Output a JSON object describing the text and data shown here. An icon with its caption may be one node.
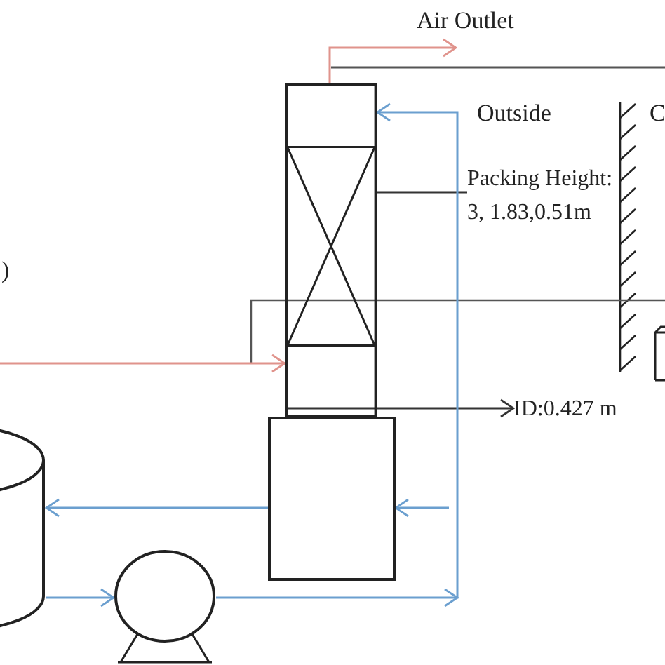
{
  "diagram": {
    "nodes": [
      {
        "text": [],
        "shape": "box"
      },
      {
        "text": [],
        "shape": "box",
        "in": 0
      },
      {
        "text": [
          "Packing Height: 3, 1.83,0.51m"
        ]
      },
      {
        "text": [],
        "shape": "box"
      },
      {
        "text": [
          "ID:0.427 m"
        ]
      },
      {
        "text": [],
        "shape": "box"
      },
      {
        "text": [],
        "shape": "cylinder"
      },
      {
        "text": [],
        "shape": "circle"
      }
    ],
    "edges": [
      {
        "from": 0,
        "to": null,
        "arrow": "to",
        "label": "Air Outlet",
        "color": "#e0938c"
      },
      {
        "from": null,
        "to": 0,
        "arrow": "to",
        "color": "#e0938c"
      },
      {
        "from": 2,
        "to": 1,
        "arrow": "none",
        "color": "#333333"
      },
      {
        "from": 0,
        "to": 4,
        "arrow": "to",
        "color": "#333333"
      },
      {
        "from": null,
        "to": 5,
        "arrow": "to"
      },
      {
        "from": 5,
        "to": 6,
        "arrow": "to"
      },
      {
        "from": 6,
        "to": 7,
        "arrow": "to"
      },
      {
        "from": 7,
        "to": 0,
        "arrow": "to"
      }
    ],
    "labels": [
      "Outside",
      "C",
      ")"
    ]
  }
}
